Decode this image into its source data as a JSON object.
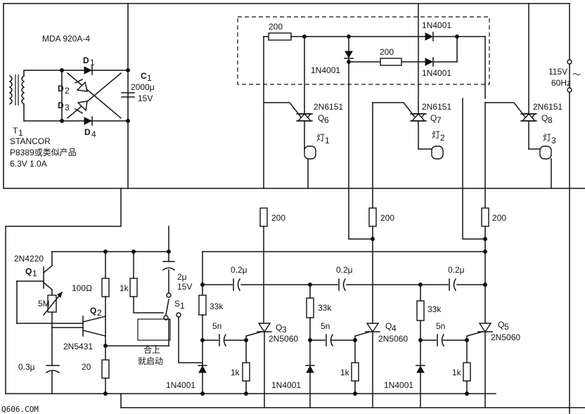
{
  "labels": {
    "bridge": "MDA 920A-4",
    "d1": "D",
    "d1s": "1",
    "d2": "D",
    "d2s": "2",
    "d3": "D",
    "d3s": "3",
    "d4": "D",
    "d4s": "4",
    "c1": "C",
    "c1s": "1",
    "c1v": "2000μ",
    "c1u": "15V",
    "t1": "T",
    "t1s": "1",
    "t1a": "STANCOR",
    "t1b": "P8389或类似产品",
    "t1c": "6.3V 1.0A",
    "r200a": "200",
    "r200b": "200",
    "d1n1": "1N4001",
    "d1n2": "1N4001",
    "d1n3": "1N4001",
    "q6type": "2N6151",
    "q6": "Q",
    "q6s": "6",
    "q7type": "2N6151",
    "q7": "Q",
    "q7s": "7",
    "q8type": "2N6151",
    "q8": "Q",
    "q8s": "8",
    "lamp1": "灯",
    "lamp1s": "1",
    "lamp2": "灯",
    "lamp2s": "2",
    "lamp3": "灯",
    "lamp3s": "3",
    "ac1": "115V",
    "ac2": "60Hz",
    "ac3": "～",
    "r200c": "200",
    "r200d": "200",
    "r200e": "200",
    "q1type": "2N4220",
    "q1": "Q",
    "q1s": "1",
    "q2": "Q",
    "q2s": "2",
    "q2type": "2N5431",
    "pot": "5M",
    "r100": "100Ω",
    "r1k": "1k",
    "c2u": "2μ",
    "c2v": "15V",
    "s1": "S",
    "s1s": "1",
    "start1": "合上",
    "start2": "就启动",
    "c03": "0.3μ",
    "r20": "20",
    "c02a": "0.2μ",
    "c02b": "0.2μ",
    "c02c": "0.2μ",
    "r33a": "33k",
    "r33b": "33k",
    "r33c": "33k",
    "c5a": "5n",
    "c5b": "5n",
    "c5c": "5n",
    "q3": "Q",
    "q3s": "3",
    "q3type": "2N5060",
    "q4": "Q",
    "q4s": "4",
    "q4type": "2N5060",
    "q5": "Q",
    "q5s": "5",
    "q5type": "2N5060",
    "r1ka": "1k",
    "r1kb": "1k",
    "r1kc": "1k",
    "dn1": "1N4001",
    "dn2": "1N4001",
    "dn3": "1N4001",
    "watermark": "Q606.COM"
  }
}
